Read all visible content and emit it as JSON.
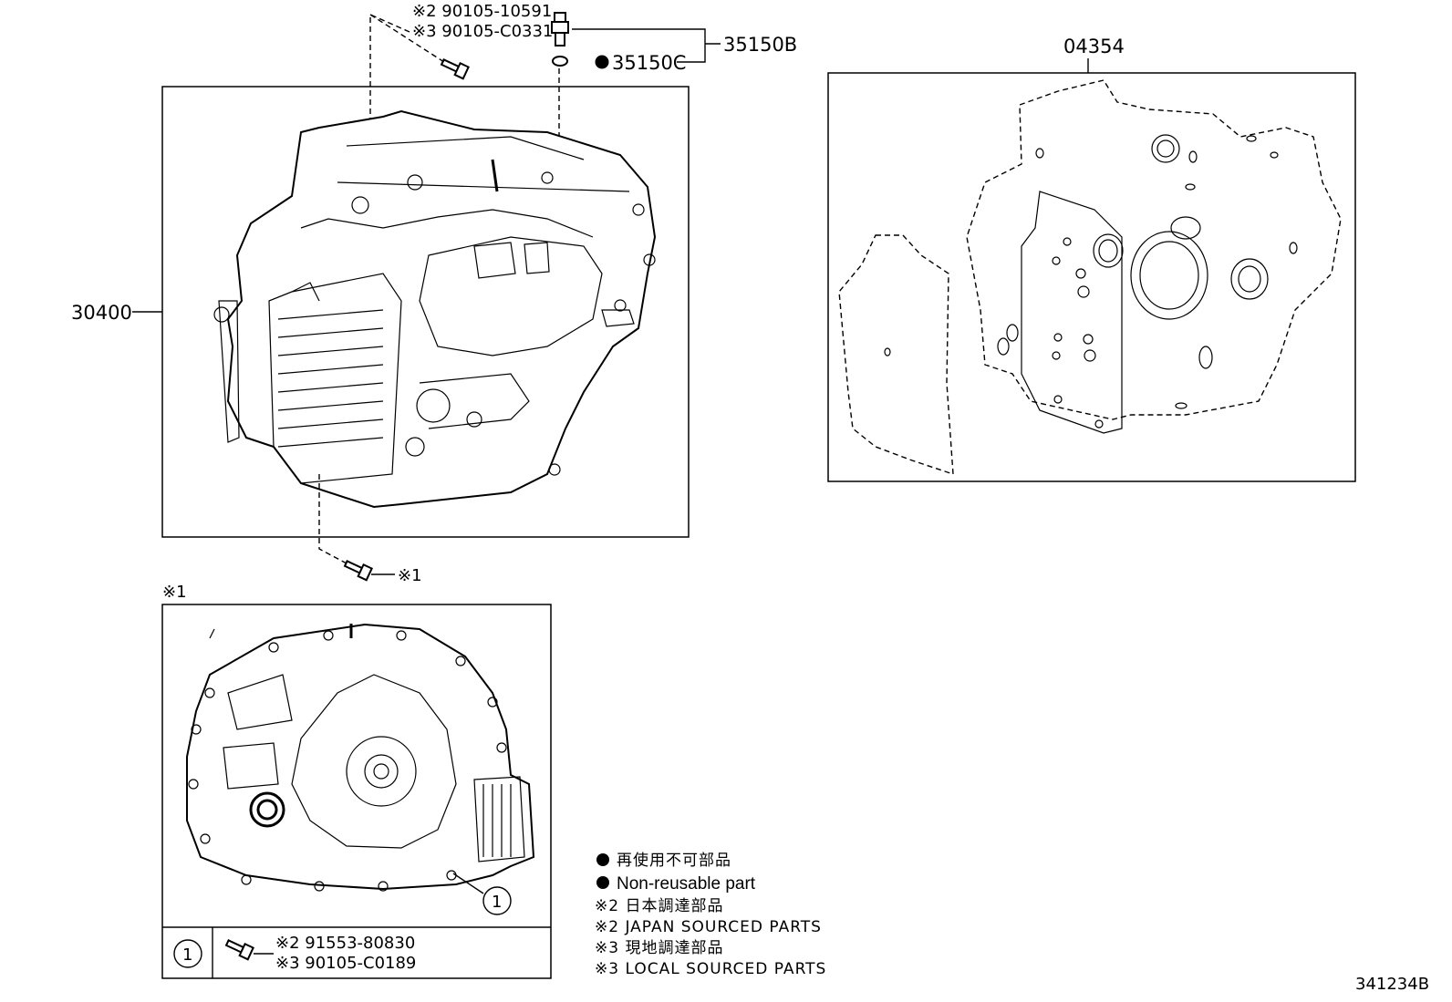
{
  "labels": {
    "sensor_ref_1": "※2 90105-10591",
    "sensor_ref_2": "※3 90105-C0331",
    "sensor_assy": "35150B",
    "oring": "35150C",
    "gasket_kit": "04354",
    "transaxle": "30400",
    "bolt_note": "※1",
    "inset_title": "※1",
    "callout_1": "1",
    "bolt_ref_1": "※2 91553-80830",
    "bolt_ref_2": "※3 90105-C0189",
    "diagram_id": "341234B"
  },
  "legend": {
    "item1": "再使用不可部品",
    "item2": "Non-reusable part",
    "item3": "※2 日本調達部品",
    "item4": "※2 JAPAN SOURCED PARTS",
    "item5": "※3 現地調達部品",
    "item6": "※3 LOCAL SOURCED PARTS"
  },
  "colors": {
    "ink": "#000000",
    "background": "#ffffff"
  }
}
